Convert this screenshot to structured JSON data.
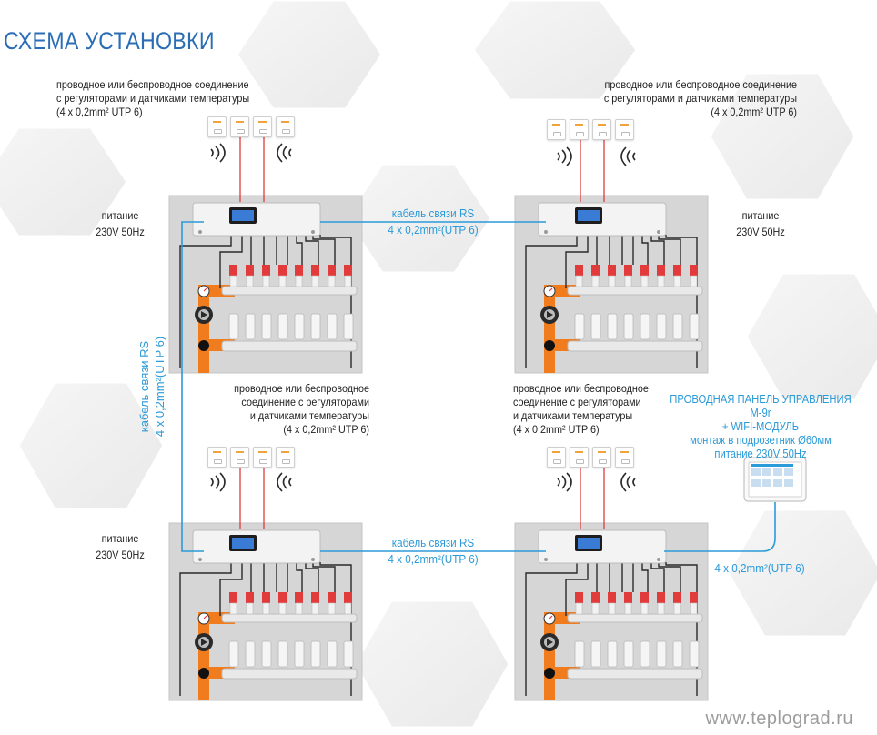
{
  "title": "СХЕМА УСТАНОВКИ",
  "conn_note": {
    "line1": "проводное или беспроводное соединение",
    "line2": "с регуляторами и датчиками температуры",
    "line3": "(4 x 0,2mm² UTP 6)"
  },
  "conn_note_mid": {
    "line1": "проводное или беспроводное",
    "line2": "соединение с регуляторами",
    "line3": "и датчиками температуры",
    "line4": "(4 x 0,2mm² UTP 6)"
  },
  "power": {
    "label": "питание",
    "value": "230V 50Hz"
  },
  "cable_rs": {
    "label": "кабель связи  RS",
    "spec": "4 x 0,2mm²(UTP 6)"
  },
  "panel": {
    "line1": "ПРОВОДНАЯ ПАНЕЛЬ УПРАВЛЕНИЯ М-9r",
    "line2": "+ WIFI-МОДУЛЬ",
    "line3": "монтаж в подрозетник  Ø60мм",
    "line4": "питание 230V 50Hz"
  },
  "panel_cable": "4 x 0,2mm²(UTP 6)",
  "website": "www.teplograd.ru",
  "colors": {
    "accent": "#2b9ad8",
    "title": "#2a6db5",
    "wire_red": "#e03b3b",
    "pipe_orange": "#f07c1e",
    "box_bg": "#d7d7d7"
  },
  "icons": [
    "thermostat-icon",
    "wireless-signal-icon",
    "controller-icon",
    "pump-icon",
    "valve-icon",
    "control-panel-icon"
  ]
}
